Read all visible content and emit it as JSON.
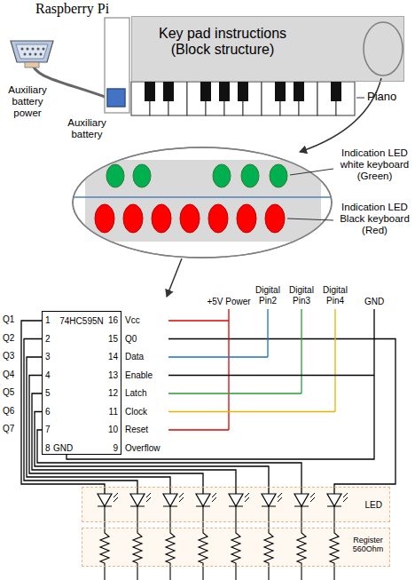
{
  "diagram": {
    "nodes": [
      {
        "text": [
          "Key pad instructions (Block structure)"
        ]
      },
      {
        "text": [
          "74HC595N"
        ]
      },
      {
        "text": [
          "LED"
        ]
      },
      {
        "text": [
          "Register 560Ohm"
        ]
      }
    ],
    "labels": [
      "Raspberry Pi",
      "Auxiliary battery power",
      "Auxiliary battery",
      "Piano",
      "Indication LED white keyboard (Green)",
      "Indication LED Black keyboard (Red)",
      "+5V Power",
      "Digital Pin2",
      "Digital Pin3",
      "Digital Pin4",
      "GND",
      "Q1",
      "1",
      "Q2",
      "2",
      "Q3",
      "3",
      "Q4",
      "4",
      "Q5",
      "5",
      "Q6",
      "6",
      "Q7",
      "7",
      "GND",
      "8",
      "16",
      "Vcc",
      "15",
      "Q0",
      "14",
      "Data",
      "13",
      "Enable",
      "12",
      "Latch",
      "11",
      "Clock",
      "10",
      "Reset",
      "9",
      "Overflow"
    ]
  }
}
